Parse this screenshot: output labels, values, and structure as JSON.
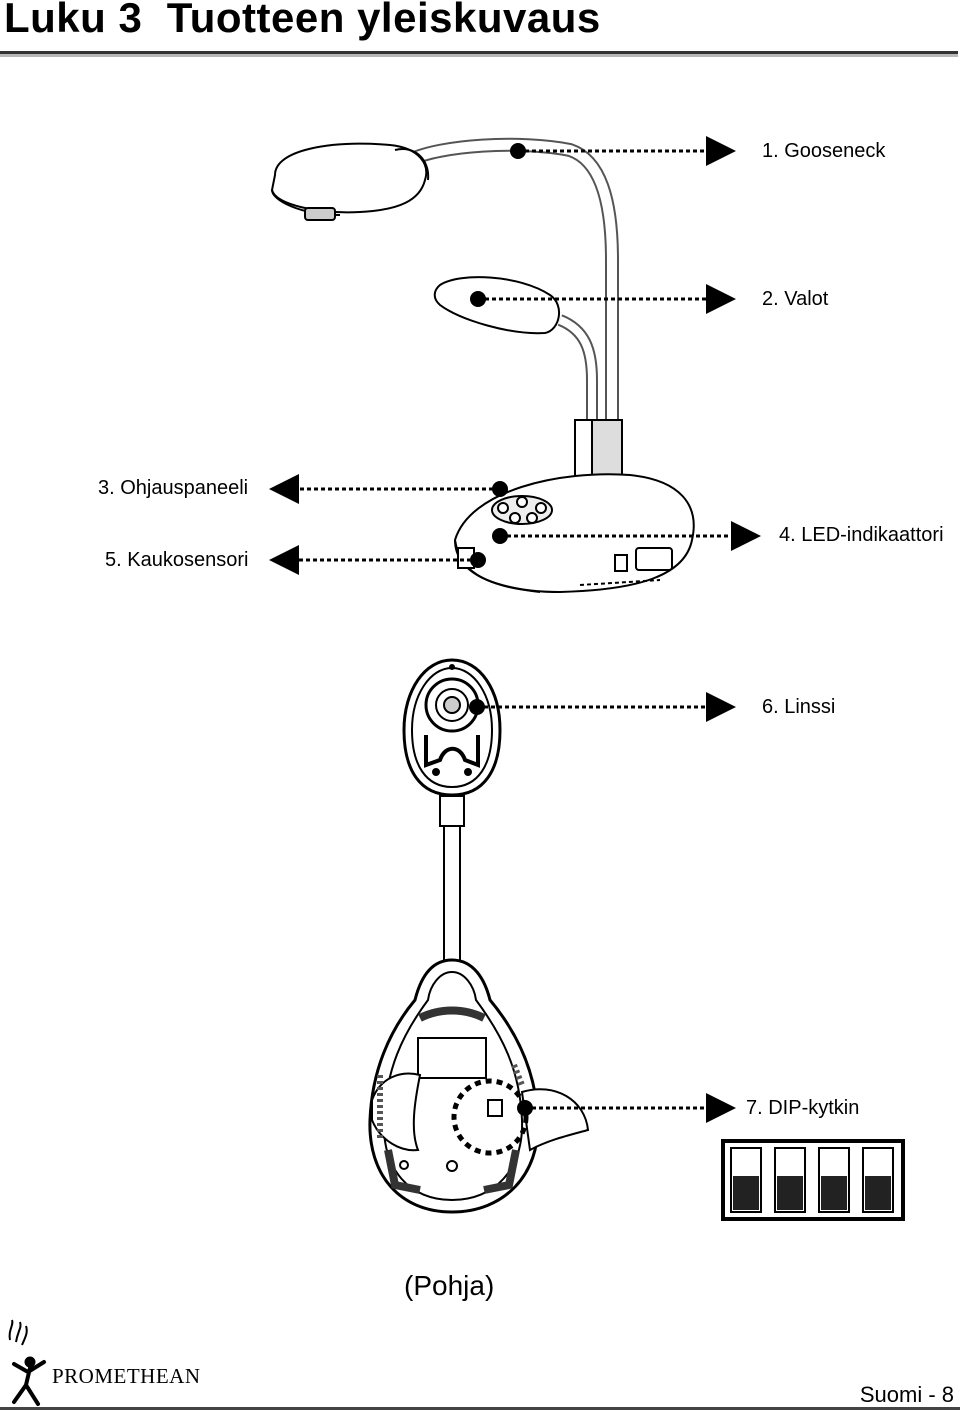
{
  "header": {
    "chapter": "Luku 3",
    "title": "Tuotteen yleiskuvaus"
  },
  "callouts": {
    "c1": "1. Gooseneck",
    "c2": "2. Valot",
    "c3": "3. Ohjauspaneeli",
    "c4": "4. LED-indikaattori",
    "c5": "5. Kaukosensori",
    "c6": "6. Linssi",
    "c7": "7. DIP-kytkin"
  },
  "caption": "(Pohja)",
  "footer": {
    "brand": "PROMETHEAN",
    "page": "Suomi - 8"
  },
  "dip_switch": {
    "count": 4
  }
}
